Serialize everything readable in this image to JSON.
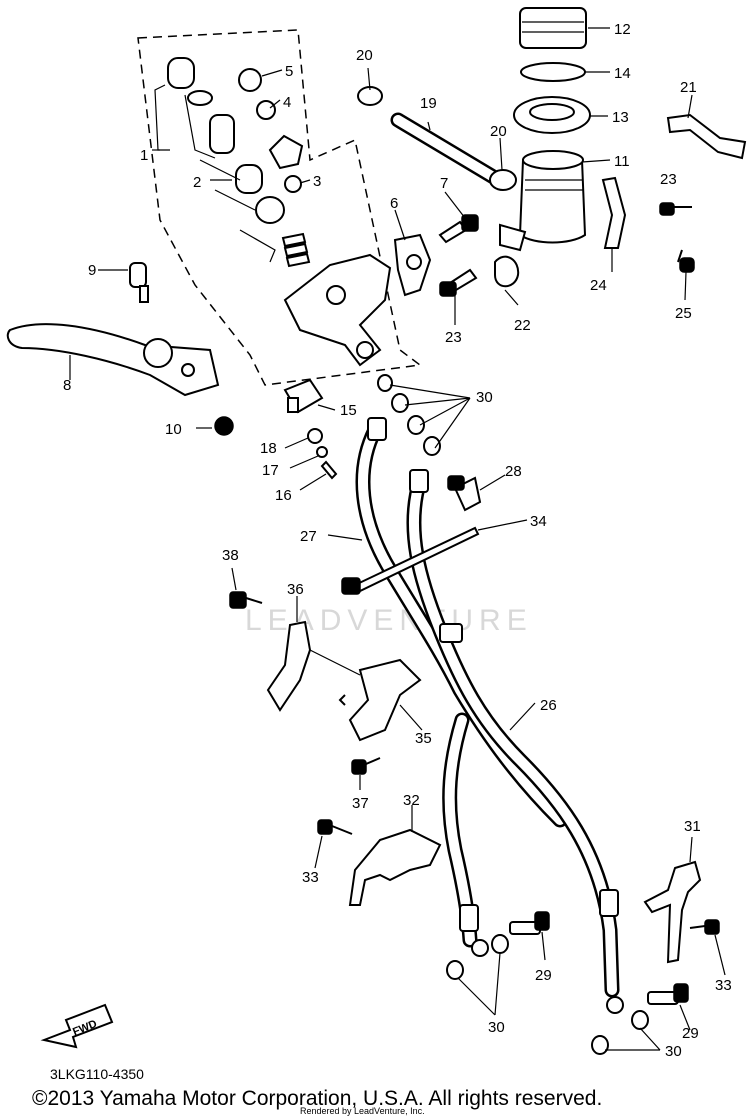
{
  "diagram": {
    "diagram_code": "3LKG110-4350",
    "watermark": "LEADVENTURE",
    "fwd_label": "FWD",
    "copyright": "©2013 Yamaha Motor Corporation, U.S.A. All rights reserved.",
    "rendered_by": "Rendered by LeadVenture, Inc.",
    "callouts": {
      "n1": "1",
      "n2": "2",
      "n3": "3",
      "n4": "4",
      "n5": "5",
      "n6": "6",
      "n7": "7",
      "n8": "8",
      "n9": "9",
      "n10": "10",
      "n11": "11",
      "n12": "12",
      "n13": "13",
      "n14": "14",
      "n15": "15",
      "n16": "16",
      "n17": "17",
      "n18": "18",
      "n19": "19",
      "n20a": "20",
      "n20b": "20",
      "n21": "21",
      "n22": "22",
      "n23a": "23",
      "n23b": "23",
      "n24": "24",
      "n25": "25",
      "n26": "26",
      "n27": "27",
      "n28": "28",
      "n29a": "29",
      "n29b": "29",
      "n30a": "30",
      "n30b": "30",
      "n30c": "30",
      "n31": "31",
      "n32": "32",
      "n33a": "33",
      "n33b": "33",
      "n34": "34",
      "n35": "35",
      "n36": "36",
      "n37": "37",
      "n38": "38"
    }
  }
}
